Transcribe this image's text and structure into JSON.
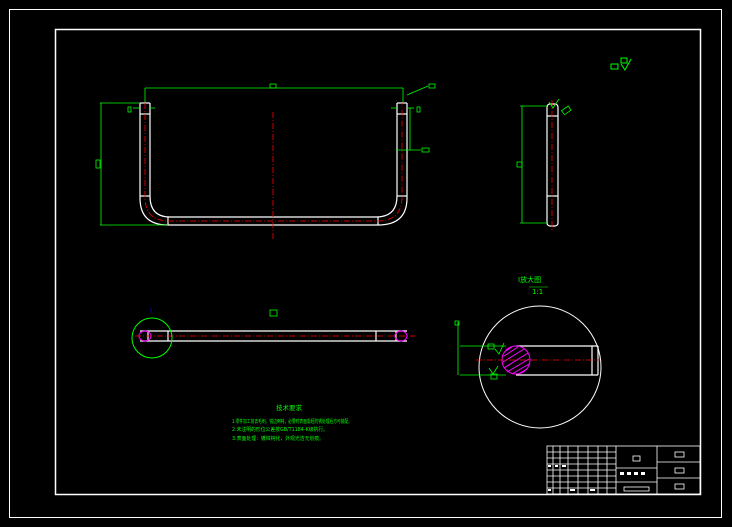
{
  "drawing": {
    "colors": {
      "background": "#000000",
      "outline": "#ffffff",
      "dimension": "#00ff00",
      "centerline": "#ff0000",
      "highlight": "#0000ff",
      "hatch": "#ff00ff"
    },
    "detail_label": "I放大图",
    "detail_scale": "1:1",
    "section_label": "I",
    "notes_title": "技术要求",
    "notes": [
      "1.零件加工前去毛刺、锐边倒钝，必要时表面需经防锈处理后方可装配。",
      "2.未注明的形位公差按GB/T1184-K级执行。",
      "3.表面处理：镀锌钝化，外观光洁无划痕。"
    ]
  }
}
